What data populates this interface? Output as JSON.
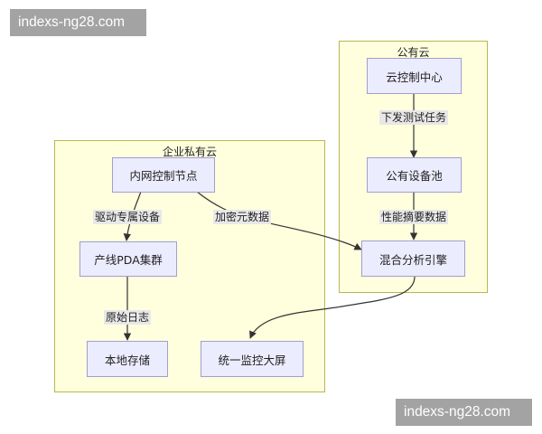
{
  "watermarks": {
    "top": "indexs-ng28.com",
    "bottom": "indexs-ng28.com"
  },
  "clusters": {
    "public": {
      "title": "公有云"
    },
    "private": {
      "title": "企业私有云"
    }
  },
  "nodes": {
    "cloud_control_center": "云控制中心",
    "public_device_pool": "公有设备池",
    "hybrid_analysis_engine": "混合分析引擎",
    "intranet_control_node": "内网控制节点",
    "line_pda_cluster": "产线PDA集群",
    "local_storage": "本地存储",
    "unified_monitor_screen": "统一监控大屏"
  },
  "edges": [
    {
      "from": "cloud_control_center",
      "to": "public_device_pool",
      "label": "下发测试任务"
    },
    {
      "from": "public_device_pool",
      "to": "hybrid_analysis_engine",
      "label": "性能摘要数据"
    },
    {
      "from": "intranet_control_node",
      "to": "line_pda_cluster",
      "label": "驱动专属设备"
    },
    {
      "from": "intranet_control_node",
      "to": "hybrid_analysis_engine",
      "label": "加密元数据"
    },
    {
      "from": "line_pda_cluster",
      "to": "local_storage",
      "label": "原始日志"
    },
    {
      "from": "hybrid_analysis_engine",
      "to": "unified_monitor_screen",
      "label": ""
    }
  ]
}
